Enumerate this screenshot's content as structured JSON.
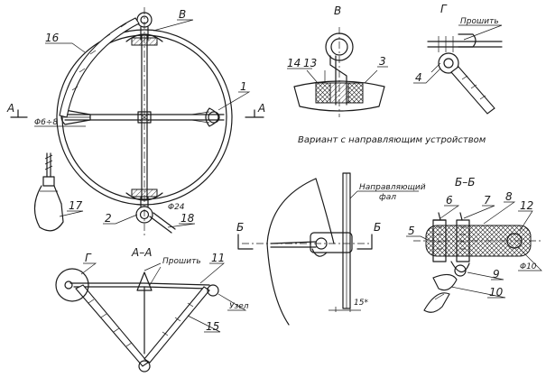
{
  "labels": {
    "num_1": "1",
    "num_2": "2",
    "num_3": "3",
    "num_4": "4",
    "num_5": "5",
    "num_6": "6",
    "num_7": "7",
    "num_8": "8",
    "num_9": "9",
    "num_10": "10",
    "num_11": "11",
    "num_12": "12",
    "num_13": "13",
    "num_14": "14",
    "num_15": "15",
    "num_16": "16",
    "num_17": "17",
    "num_18": "18",
    "view_v_main": "В",
    "view_v": "В",
    "view_g": "Г",
    "view_g_small": "Г",
    "section_aa": "А–А",
    "section_bb": "Б–Б",
    "cut_a_left": "А",
    "cut_a_right": "А",
    "cut_b_left": "Б",
    "cut_b_right": "Б",
    "stitch_g": "Прошить",
    "stitch_aa": "Прошить",
    "knot": "Узел",
    "dia_rope": "Φ6÷8",
    "dia_24": "Φ24",
    "dia_10": "Φ10",
    "variant_caption": "Вариант с направляющим устройством",
    "guide_line_1": "Направляющий",
    "guide_line_2": "фал",
    "dim_15": "15*"
  }
}
